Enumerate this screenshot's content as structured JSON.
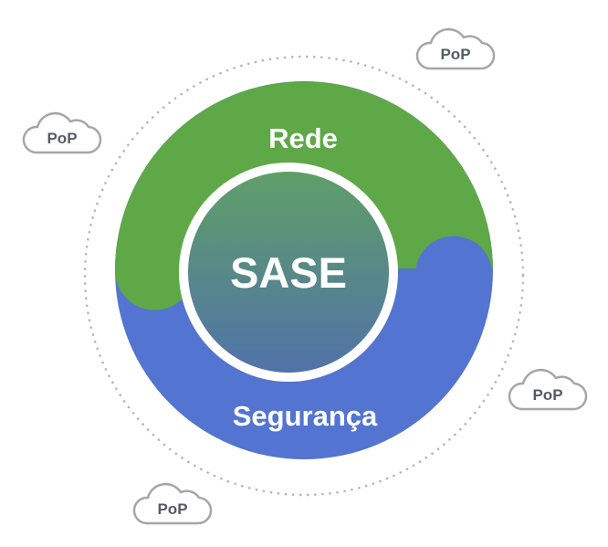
{
  "core": {
    "label": "SASE"
  },
  "ring": {
    "top_label": "Rede",
    "bottom_label": "Segurança"
  },
  "pops": [
    {
      "label": "PoP"
    },
    {
      "label": "PoP"
    },
    {
      "label": "PoP"
    },
    {
      "label": "PoP"
    }
  ],
  "colors": {
    "network_green": "#5fa847",
    "security_blue": "#5374d0",
    "core_gradient_top": "#5f9f68",
    "core_gradient_bottom": "#5172a9",
    "ring_divider": "#ffffff",
    "cloud_outline": "#a6a6a6",
    "cloud_text": "#555b63",
    "dotted_boundary": "#b5b5b5"
  }
}
